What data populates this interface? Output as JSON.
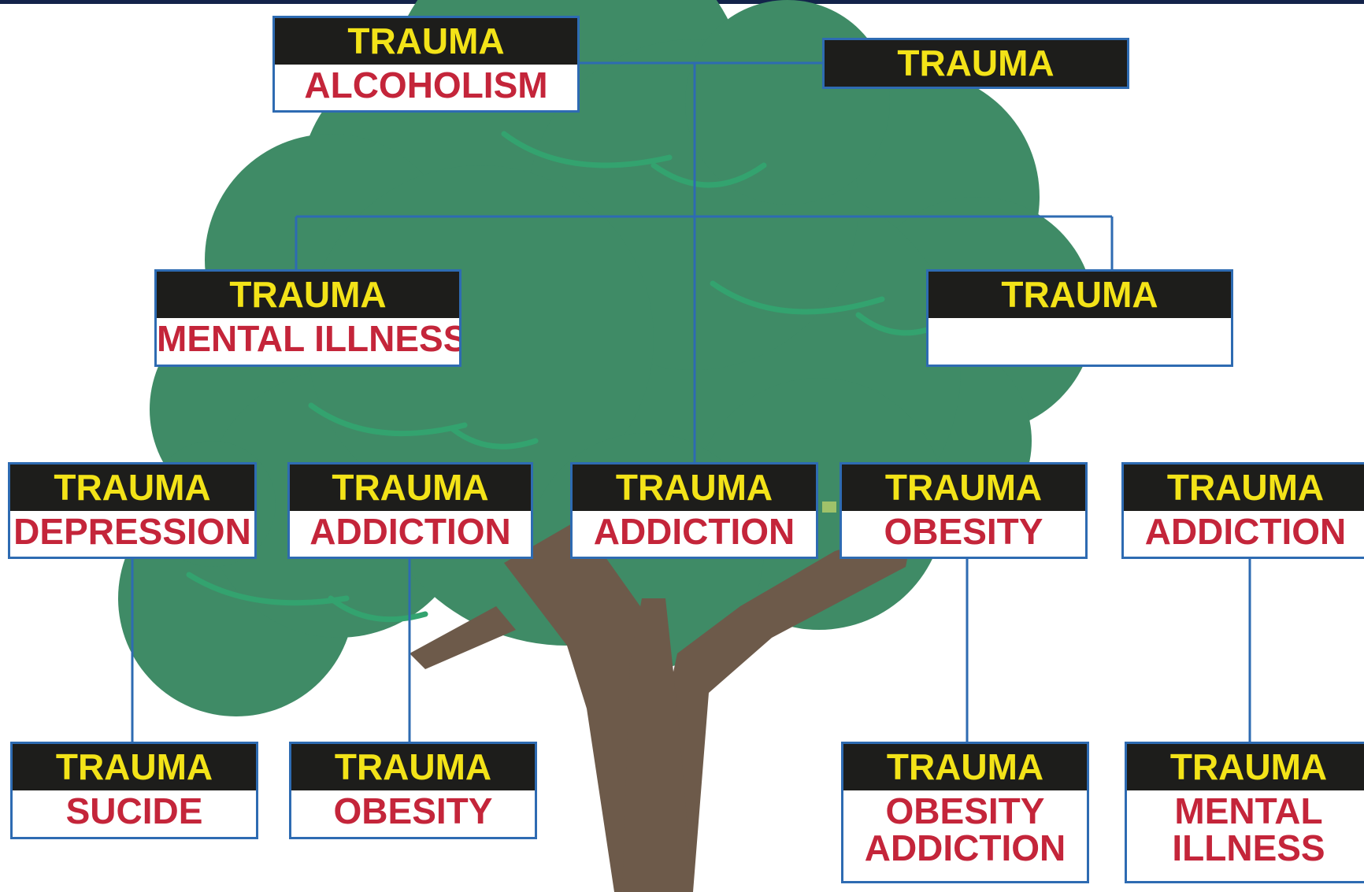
{
  "colors": {
    "top_band": "#13234a",
    "foliage": "#3f8b66",
    "foliage_highlight": "#33a36f",
    "trunk": "#6d5a4a",
    "connector": "#2e6bb2",
    "header_bg": "#1d1d1b",
    "header_text": "#f3e318",
    "body_text": "#c4253a",
    "leaf_accent": "#9fc26a"
  },
  "diagram": {
    "type": "family-tree",
    "nodes": [
      {
        "id": "gen1-left",
        "header": "TRAUMA",
        "lines": [
          "ALCOHOLISM"
        ]
      },
      {
        "id": "gen1-right",
        "header": "TRAUMA",
        "lines": []
      },
      {
        "id": "gen2-left",
        "header": "TRAUMA",
        "lines": [
          "MENTAL ILLNESS"
        ]
      },
      {
        "id": "gen2-right",
        "header": "TRAUMA",
        "lines": [
          ""
        ]
      },
      {
        "id": "gen3-depression",
        "header": "TRAUMA",
        "lines": [
          "DEPRESSION"
        ]
      },
      {
        "id": "gen3-addiction-a",
        "header": "TRAUMA",
        "lines": [
          "ADDICTION"
        ]
      },
      {
        "id": "gen3-addiction-b",
        "header": "TRAUMA",
        "lines": [
          "ADDICTION"
        ]
      },
      {
        "id": "gen3-obesity",
        "header": "TRAUMA",
        "lines": [
          "OBESITY"
        ]
      },
      {
        "id": "gen3-addiction-c",
        "header": "TRAUMA",
        "lines": [
          "ADDICTION"
        ]
      },
      {
        "id": "gen4-sucide",
        "header": "TRAUMA",
        "lines": [
          "SUCIDE"
        ]
      },
      {
        "id": "gen4-obesity",
        "header": "TRAUMA",
        "lines": [
          "OBESITY"
        ]
      },
      {
        "id": "gen4-obesity-addiction",
        "header": "TRAUMA",
        "lines": [
          "OBESITY",
          "ADDICTION"
        ]
      },
      {
        "id": "gen4-mental-illness",
        "header": "TRAUMA",
        "lines": [
          "MENTAL",
          "ILLNESS"
        ]
      }
    ],
    "edges": [
      [
        "gen1-left",
        "gen1-right"
      ],
      [
        "gen1-left",
        "gen2-left"
      ],
      [
        "gen1-left",
        "gen2-right"
      ],
      [
        "gen1-left",
        "gen3-addiction-b"
      ],
      [
        "gen3-depression",
        "gen4-sucide"
      ],
      [
        "gen3-addiction-a",
        "gen4-obesity"
      ],
      [
        "gen3-obesity",
        "gen4-obesity-addiction"
      ],
      [
        "gen3-addiction-c",
        "gen4-mental-illness"
      ]
    ]
  }
}
